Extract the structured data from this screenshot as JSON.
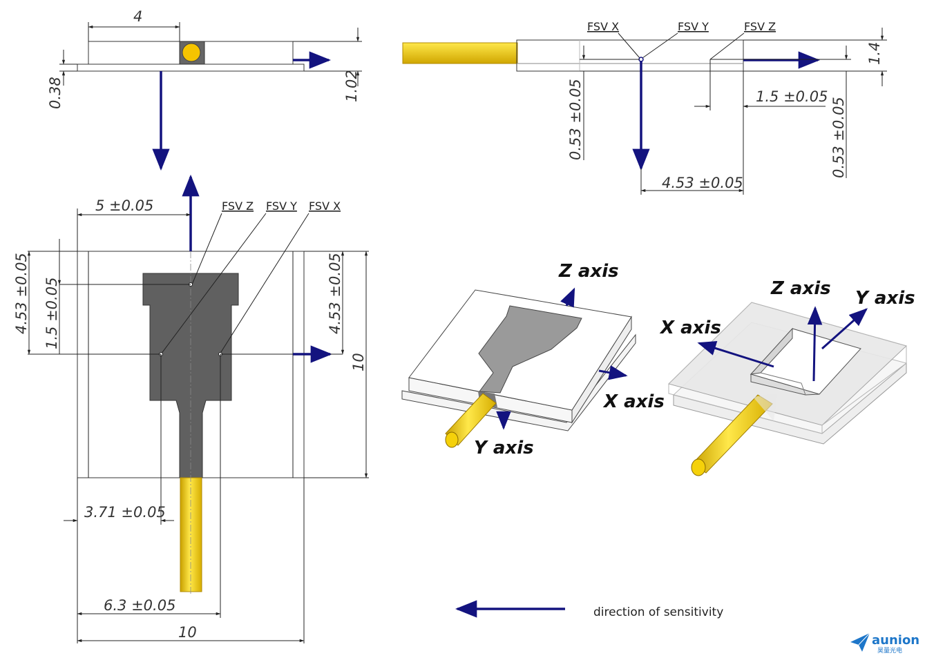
{
  "colors": {
    "sensitivity_arrow": "#13137f",
    "pin_gold": "#f5d10a",
    "chip_gray": "#606060",
    "brand_blue": "#1d76c9"
  },
  "side_view": {
    "dim_top": "4",
    "dim_left": "0.38",
    "dim_right": "1.02"
  },
  "front_view": {
    "fsv_x": "FSV X",
    "fsv_y": "FSV Y",
    "fsv_z": "FSV Z",
    "dim_height": "1.4",
    "dim_z_offset": "1.5 ±0.05",
    "dim_left_vertical": "0.53 ±0.05",
    "dim_right_vertical": "0.53 ±0.05",
    "dim_bottom": "4.53 ±0.05"
  },
  "top_view": {
    "fsv_z": "FSV Z",
    "fsv_y": "FSV Y",
    "fsv_x": "FSV X",
    "dim_top": "5 ±0.05",
    "dim_left_outer": "4.53 ±0.05",
    "dim_left_inner": "1.5 ±0.05",
    "dim_right_inner": "4.53 ±0.05",
    "dim_right_outer": "10",
    "dim_bottom_1": "3.71 ±0.05",
    "dim_bottom_2": "6.3 ±0.05",
    "dim_bottom_3": "10"
  },
  "iso_left": {
    "z_axis": "Z axis",
    "x_axis": "X axis",
    "y_axis": "Y axis"
  },
  "iso_right": {
    "z_axis": "Z axis",
    "y_axis": "Y axis",
    "x_axis": "X axis"
  },
  "legend": {
    "text": "direction of sensitivity"
  },
  "brand": {
    "name": "aunion",
    "subtitle": "昊量光电"
  }
}
